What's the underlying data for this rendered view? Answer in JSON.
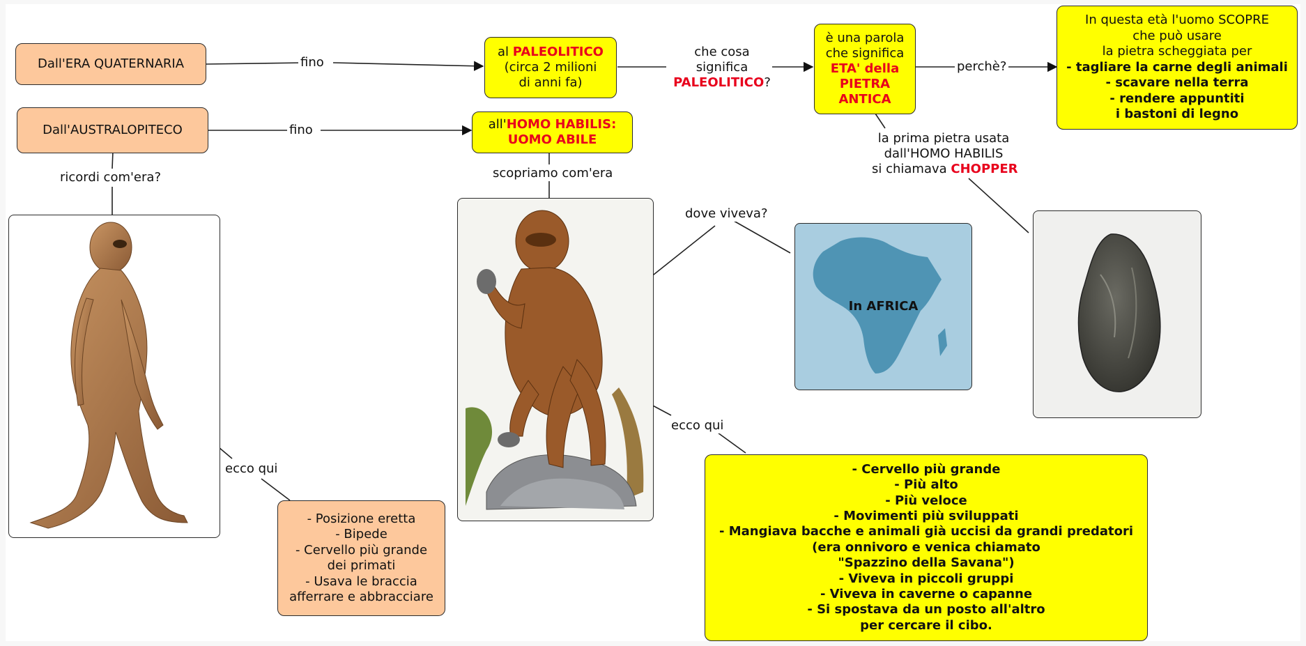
{
  "nodes": {
    "era": "Dall'ERA QUATERNARIA",
    "australo": "Dall'AUSTRALOPITECO",
    "paleolitico": {
      "l1_prefix": "al ",
      "l1_red": "PALEOLITICO",
      "l2": "(circa 2 milioni",
      "l3": "di anni fa)"
    },
    "homo": {
      "l1_prefix": "all'",
      "l1_red": "HOMO HABILIS:",
      "l2_red": "UOMO ABILE"
    },
    "eta": {
      "l1": "è una parola",
      "l2": "che significa",
      "l3_red": "ETA' della",
      "l4_red": "PIETRA",
      "l5_red": "ANTICA"
    },
    "scopre": {
      "l1": "In questa età l'uomo SCOPRE",
      "l2": "che può usare",
      "l3": "la pietra scheggiata per",
      "l4": "- tagliare la carne degli animali",
      "l5": "- scavare nella terra",
      "l6": "- rendere appuntiti",
      "l7": "i bastoni di legno"
    },
    "australo_traits": [
      "- Posizione eretta",
      "- Bipede",
      "- Cervello più grande",
      "dei primati",
      "- Usava le braccia",
      "afferrare e abbracciare"
    ],
    "habilis_traits": [
      "- Cervello più grande",
      "- Più alto",
      "- Più veloce",
      "- Movimenti più sviluppati",
      "- Mangiava bacche e animali già uccisi da grandi predatori",
      "(era onnivoro e venica chiamato",
      "\"Spazzino della Savana\")",
      "- Viveva in piccoli gruppi",
      "- Viveva in caverne o capanne",
      "- Si spostava da un posto all'altro",
      "per cercare il cibo."
    ],
    "africa_label": "In AFRICA"
  },
  "links": {
    "fino1": "fino",
    "fino2": "fino",
    "che_cosa": {
      "l1": "che cosa",
      "l2": "significa",
      "l3_red": "PALEOLITICO",
      "l3_suffix": "?"
    },
    "perche": "perchè?",
    "ricordi": "ricordi com'era?",
    "scopriamo": "scopriamo com'era",
    "dove": "dove viveva?",
    "prima_pietra": {
      "l1": "la prima pietra usata",
      "l2": "dall'HOMO HABILIS",
      "l3_prefix": "si chiamava ",
      "l3_red": "CHOPPER"
    },
    "ecco1": "ecco qui",
    "ecco2": "ecco qui"
  },
  "colors": {
    "orange": "#fdc89c",
    "yellow": "#ffff00",
    "red": "#e8001c",
    "map_bg": "#a9cde0",
    "continent": "#4f94b4"
  }
}
